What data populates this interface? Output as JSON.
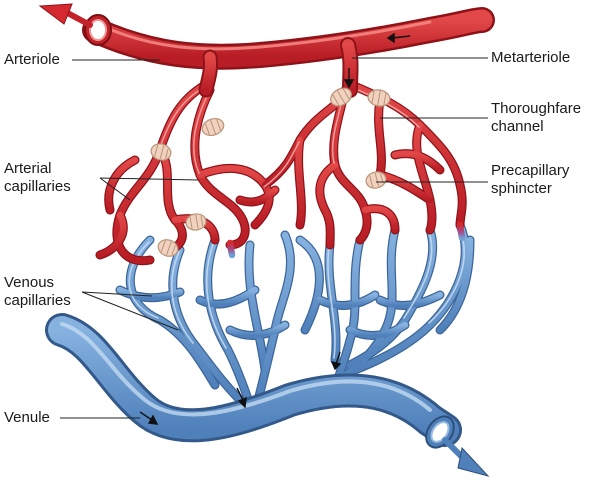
{
  "labels": {
    "arteriole": "Arteriole",
    "metarteriole": "Metarteriole",
    "thoroughfare_line1": "Thoroughfare",
    "thoroughfare_line2": "channel",
    "arterial_line1": "Arterial",
    "arterial_line2": "capillaries",
    "precapillary_line1": "Precapillary",
    "precapillary_line2": "sphincter",
    "venous_line1": "Venous",
    "venous_line2": "capillaries",
    "venule": "Venule"
  },
  "colors": {
    "arterial": "#d42a2f",
    "arterial_highlight": "#f07a78",
    "arterial_dark": "#8f1218",
    "venous": "#6f9fd4",
    "venous_highlight": "#b9d3ef",
    "venous_dark": "#33598a",
    "sphincter": "#f1d2be",
    "leader": "#222222"
  }
}
